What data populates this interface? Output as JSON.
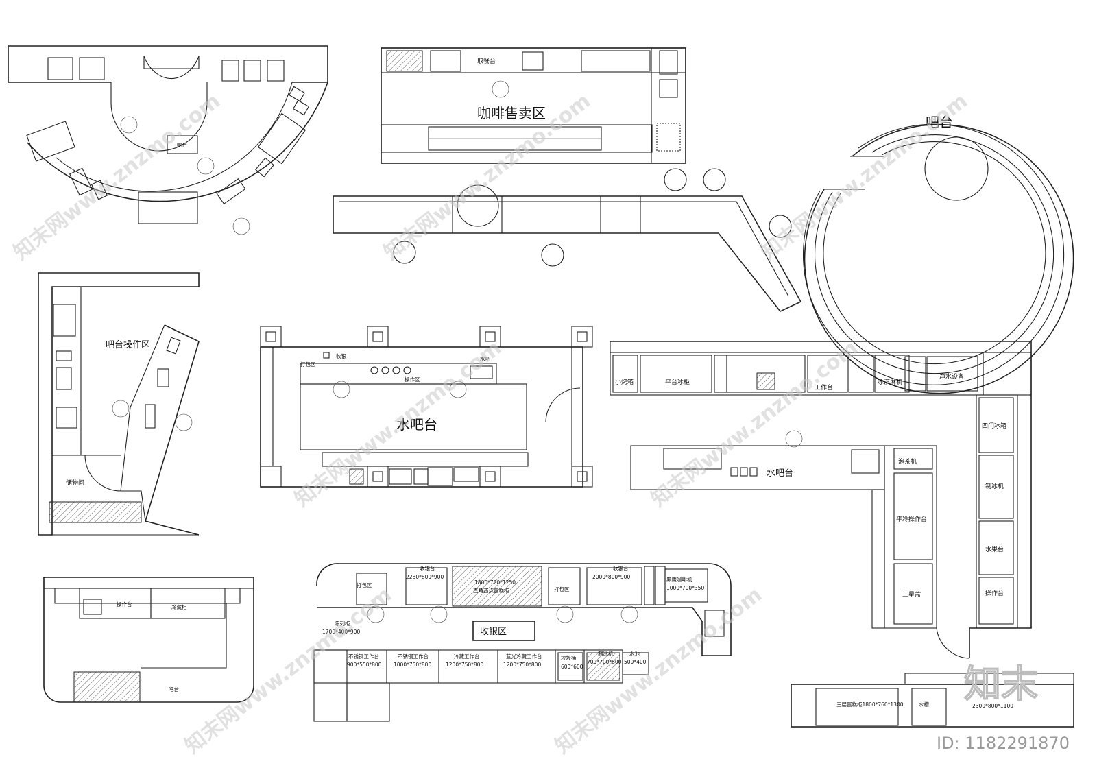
{
  "labels": {
    "bar_top_left": "吧台",
    "coffee_area": "咖啡售卖区",
    "pickup_counter": "取餐台",
    "round_bar": "吧台",
    "bar_operation": "吧台操作区",
    "storage": "储物间",
    "water_bar": "水吧台",
    "cashier_small": "收银",
    "water_small": "水吧",
    "pack_small": "打包区",
    "op_small": "操作区",
    "small_oven": "小烤箱",
    "flat_fridge": "平台冰柜",
    "workbench": "工作台",
    "ice_cream": "冰淇淋机",
    "water_purifier": "净水设备",
    "four_door_fridge": "四门冰箱",
    "ice_maker": "制冰机",
    "fruit_counter": "水果台",
    "operation_counter": "操作台",
    "tea_maker": "泡茶机",
    "flat_cold_counter": "平冷操作台",
    "triple_sink": "三星盆",
    "water_bar_2": "水吧台",
    "cashier_area": "收银区",
    "pack_area_1": "打包区",
    "pack_area_2": "打包区",
    "cash_counter_1": "收银台",
    "cash_counter_1_dim": "2280*800*900",
    "cash_counter_2": "收银台",
    "cash_counter_2_dim": "2000*800*900",
    "cake_cabinet_dim": "1800*720*1250",
    "cake_cabinet": "直角西点蛋糕柜",
    "coffee_machine": "黑鹰咖啡机",
    "coffee_machine_dim": "1000*700*350",
    "display_cabinet": "陈列柜",
    "display_cabinet_dim": "1700*400*900",
    "steel_bench_1": "不锈钢工作台",
    "steel_bench_1_dim": "900*550*800",
    "steel_bench_2": "不锈钢工作台",
    "steel_bench_2_dim": "1000*750*800",
    "cold_bench": "冷藏工作台",
    "cold_bench_dim": "1200*750*800",
    "blue_cold_bench": "蓝光冷藏工作台",
    "blue_cold_bench_dim": "1200*750*800",
    "trash_bin": "垃圾桶",
    "trash_bin_dim": "600*600",
    "ice_machine": "制冰机",
    "ice_machine_dim": "700*700*800",
    "water_pool": "水池",
    "water_pool_dim": "500*400",
    "three_door_cabinet": "三层蛋糕柜1800*760*1300",
    "sink_small": "水槽",
    "bottom_dim": "2300*800*1100",
    "sink_counter": "操作台",
    "cold_cabinet": "冷藏柜",
    "bar_label_bottom": "吧台"
  },
  "watermark": {
    "text": "知末网www.znzmo.com",
    "brand": "知末",
    "id": "ID: 1182291870"
  }
}
